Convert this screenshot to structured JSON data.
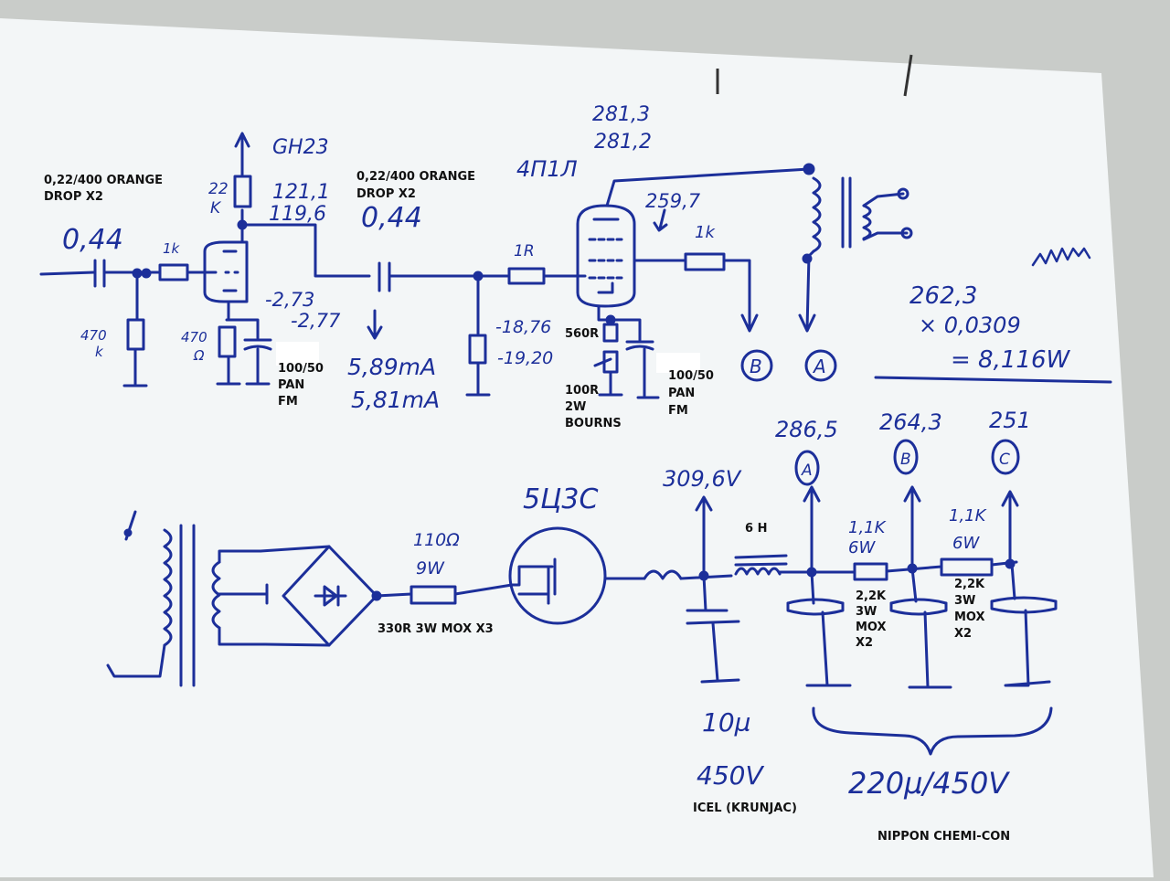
{
  "colors": {
    "ink": "#1c2f9a",
    "paper": "#f3f6f7",
    "background": "#c9ccc9",
    "typed": "#111111",
    "label_patch": "#ffffff"
  },
  "stage1": {
    "input_cap_line1": "0,22/400 ORANGE",
    "input_cap_line2": "DROP X2",
    "input_cap_value": "0,44",
    "grid_stopper": "1k",
    "grid_leak_line1": "470",
    "grid_leak_line2": "k",
    "cathode_res_line1": "470",
    "cathode_res_line2": "Ω",
    "plate_res_line1": "22",
    "plate_res_line2": "K",
    "plate_volt_1": "121,1",
    "plate_volt_2": "119,6",
    "supply_label": "GH23",
    "cathode_volt_1": "-2,73",
    "cathode_volt_2": "-2,77",
    "bypass_cap_line1": "100/50",
    "bypass_cap_line2": "PAN",
    "bypass_cap_line3": "FM"
  },
  "coupling": {
    "cap_line1": "0,22/400 ORANGE",
    "cap_line2": "DROP X2",
    "cap_value": "0,44",
    "current_1": "5,89mA",
    "current_2": "5,81mA"
  },
  "stage2": {
    "tube_label": "4П1Л",
    "grid_stopper": "1R",
    "plate_volt_1": "281,3",
    "plate_volt_2": "281,2",
    "screen_volt": "259,7",
    "screen_res": "1k",
    "cathode_volt_1": "-18,76",
    "cathode_volt_2": "-19,20",
    "cathode_res": "560R",
    "trim_line1": "100R",
    "trim_line2": "2W",
    "trim_line3": "BOURNS",
    "bypass_cap_line1": "100/50",
    "bypass_cap_line2": "PAN",
    "bypass_cap_line3": "FM",
    "node_b": "B",
    "node_a": "A"
  },
  "power_calc": {
    "line1": "262,3",
    "line2": "× 0,0309",
    "line3": "= 8,116W"
  },
  "psu": {
    "tube_label": "5Ц3С",
    "res_line1": "110Ω",
    "res_line2": "9W",
    "res_note": "330R 3W MOX X3",
    "rail_volt": "309,6V",
    "choke_label": "6 H",
    "cap1_line1": "10µ",
    "cap1_line2": "450V",
    "cap1_brand": "ICEL (KRUNJAC)",
    "node_a_volt": "286,5",
    "node_a": "A",
    "node_b_volt": "264,3",
    "node_b": "B",
    "node_c_volt": "251",
    "node_c": "C",
    "r1_line1": "1,1K",
    "r1_line2": "6W",
    "r1_note_1": "2,2K",
    "r1_note_2": "3W",
    "r1_note_3": "MOX",
    "r1_note_4": "X2",
    "r2_line1": "1,1K",
    "r2_line2": "6W",
    "r2_note_1": "2,2K",
    "r2_note_2": "3W",
    "r2_note_3": "MOX",
    "r2_note_4": "X2",
    "caps_value": "220µ/450V",
    "caps_brand": "NIPPON CHEMI-CON"
  }
}
